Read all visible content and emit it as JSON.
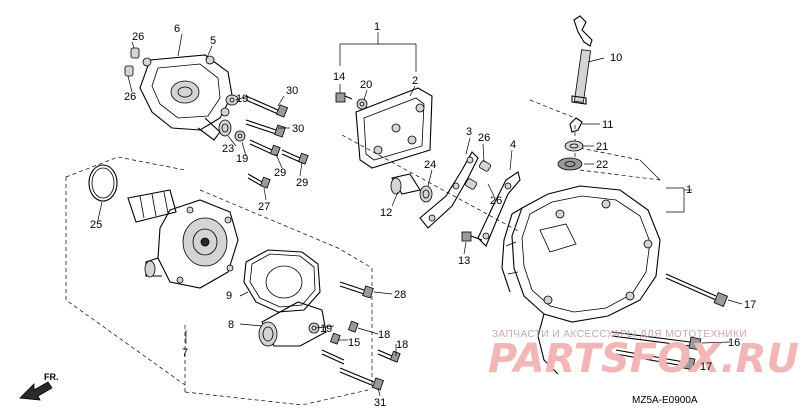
{
  "diagram": {
    "callouts": [
      "1",
      "2",
      "3",
      "4",
      "5",
      "6",
      "7",
      "8",
      "9",
      "10",
      "11",
      "12",
      "13",
      "14",
      "15",
      "16",
      "17",
      "18",
      "19",
      "20",
      "21",
      "22",
      "23",
      "24",
      "25",
      "26",
      "27",
      "28",
      "29",
      "30",
      "31"
    ],
    "front_marker": "FR.",
    "drawing_code": "MZ5A-E0900A",
    "watermark_text": "ЗАПЧАСТИ И АКСЕССУАРЫ ДЛЯ МОТОТЕХНИКИ",
    "watermark_logo": "PARTSFOX.RU"
  }
}
